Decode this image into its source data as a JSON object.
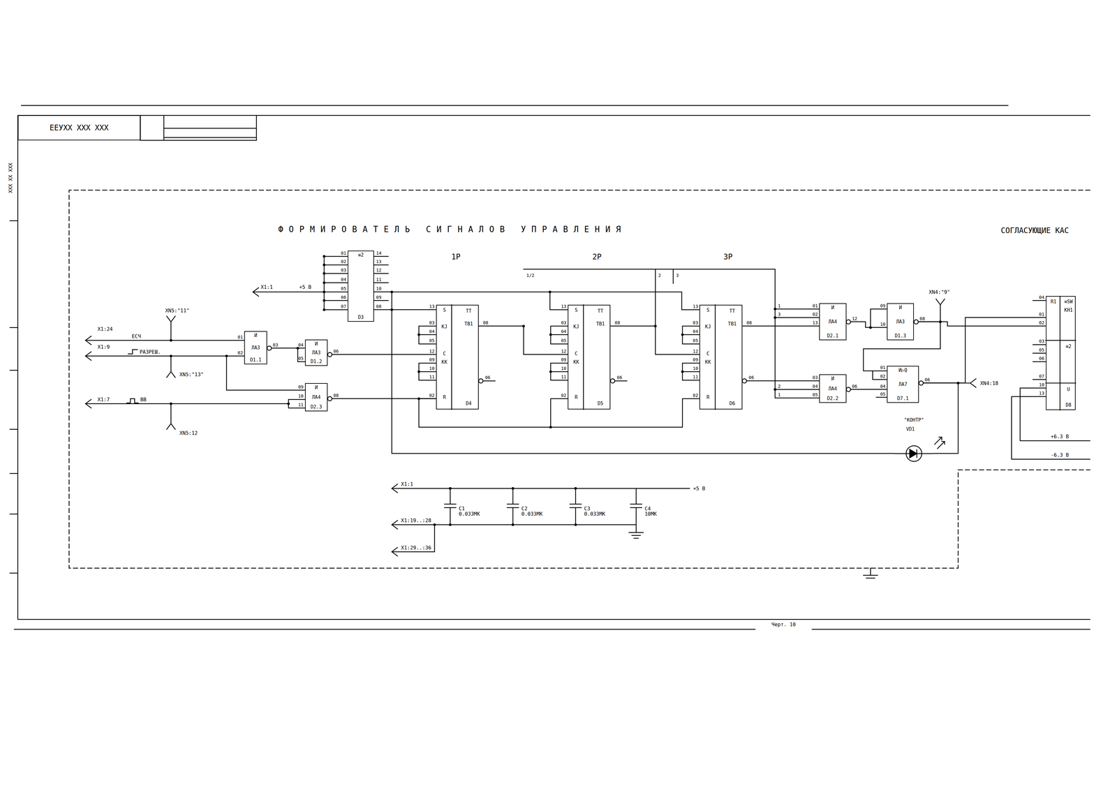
{
  "diagram": {
    "title": "ФОРМИРОВАТЕЛЬ СИГНАЛОВ УПРАВЛЕНИЯ",
    "nodes": [
      {
        "text": [
          "ЕЕУХХ ХХХ ХХХ"
        ]
      },
      {
        "text": [
          "≡2",
          "D3"
        ]
      },
      {
        "text": [
          "И",
          "ЛА3",
          "D1.1"
        ]
      },
      {
        "text": [
          "И",
          "ЛА3",
          "D1.2"
        ]
      },
      {
        "text": [
          "И",
          "ЛА4",
          "D2.3"
        ]
      },
      {
        "text": [
          "ТТ",
          "ТВ1",
          "S",
          "КJ",
          "C",
          "КК",
          "R",
          "D4"
        ]
      },
      {
        "text": [
          "ТТ",
          "ТВ1",
          "S",
          "КJ",
          "C",
          "КК",
          "R",
          "D5"
        ]
      },
      {
        "text": [
          "ТТ",
          "ТВ1",
          "S",
          "КJ",
          "C",
          "КК",
          "R",
          "D6"
        ]
      },
      {
        "text": [
          "И",
          "ЛА4",
          "D2.1"
        ]
      },
      {
        "text": [
          "И",
          "ЛА4",
          "D2.2"
        ]
      },
      {
        "text": [
          "И",
          "ЛА3",
          "D1.3"
        ]
      },
      {
        "text": [
          "И▷Q",
          "ЛА7",
          "D7.1"
        ]
      },
      {
        "text": [
          "R1",
          "≡SW",
          "КН1",
          "≡2",
          "U",
          "D8"
        ]
      },
      {
        "text": [
          "\"КОНТР\"",
          "VD1"
        ]
      }
    ],
    "edges": [
      {
        "from": 2,
        "to": 3,
        "arrow": "none"
      },
      {
        "from": 3,
        "to": 5,
        "arrow": "none"
      },
      {
        "from": 4,
        "to": 5,
        "arrow": "none"
      },
      {
        "from": 1,
        "to": 5,
        "arrow": "none"
      },
      {
        "from": 5,
        "to": 6,
        "arrow": "none"
      },
      {
        "from": 6,
        "to": 7,
        "arrow": "none"
      },
      {
        "from": 7,
        "to": 8,
        "arrow": "none"
      },
      {
        "from": 7,
        "to": 9,
        "arrow": "none"
      },
      {
        "from": 8,
        "to": 10,
        "arrow": "none"
      },
      {
        "from": 9,
        "to": 11,
        "arrow": "none"
      },
      {
        "from": 10,
        "to": 11,
        "arrow": "none"
      },
      {
        "from": 10,
        "to": 12,
        "arrow": "none"
      },
      {
        "from": 11,
        "to": 12,
        "arrow": "none"
      },
      {
        "from": 11,
        "to": 13,
        "arrow": "none"
      },
      {
        "from": 13,
        "to": 1,
        "arrow": "none"
      }
    ],
    "labels": [
      "ХХХ ХХ ХХХ",
      "СОГЛАСУЮЩИЕ КАС",
      "1Р",
      "2Р",
      "3Р",
      "X1:1",
      "+5 В",
      "01",
      "02",
      "03",
      "04",
      "05",
      "06",
      "07",
      "14",
      "13",
      "12",
      "11",
      "10",
      "09",
      "08",
      "XN5:\"11\"",
      "X1:24",
      "ЕСЧ",
      "X1:9",
      "РАЗРЕШ.",
      "XN5:\"13\"",
      "X1:7",
      "ВВ",
      "XN5:12",
      "01",
      "02",
      "03",
      "04",
      "05",
      "06",
      "09",
      "10",
      "11",
      "08",
      "13",
      "03",
      "04",
      "05",
      "12",
      "09",
      "10",
      "11",
      "02",
      "08",
      "06",
      "13",
      "03",
      "04",
      "05",
      "12",
      "09",
      "10",
      "11",
      "02",
      "08",
      "06",
      "13",
      "03",
      "04",
      "05",
      "12",
      "09",
      "10",
      "11",
      "02",
      "08",
      "06",
      "1/2",
      "2",
      "3",
      "1",
      "3",
      "01",
      "02",
      "13",
      "12",
      "03",
      "04",
      "05",
      "06",
      "2",
      "1",
      "09",
      "10",
      "08",
      "XN4:\"9\"",
      "01",
      "02",
      "04",
      "05",
      "06",
      "XN4:18",
      "04",
      "01",
      "02",
      "03",
      "05",
      "06",
      "07",
      "10",
      "13",
      "+6.3 В",
      "-6.3 В",
      "X1:1",
      "+5 В",
      "X1:19..:28",
      "X1:29..:36",
      "C1 0.033МК",
      "C2 0.033МК",
      "C3 0.033МК",
      "C4 10МК",
      "Черт. 10"
    ]
  }
}
